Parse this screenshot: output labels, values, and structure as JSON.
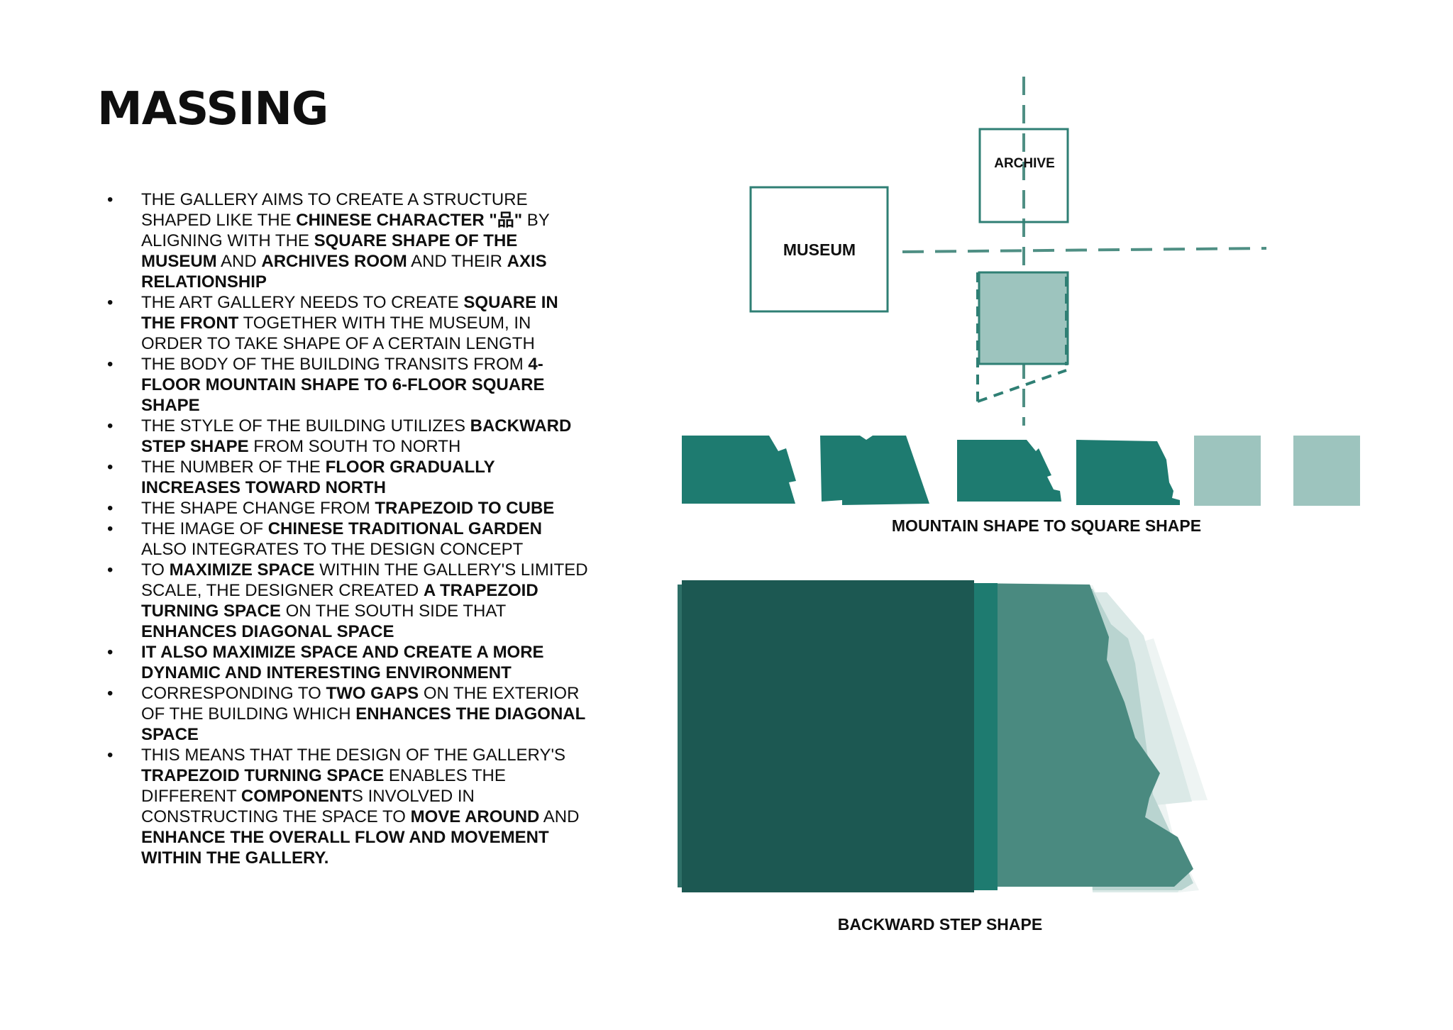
{
  "title": "MASSING",
  "bullets": [
    [
      {
        "t": "THE GALLERY AIMS TO CREATE A STRUCTURE SHAPED LIKE THE "
      },
      {
        "t": "CHINESE CHARACTER \"品\"",
        "b": true
      },
      {
        "t": " BY ALIGNING WITH THE "
      },
      {
        "t": "SQUARE SHAPE OF THE MUSEUM",
        "b": true
      },
      {
        "t": " AND "
      },
      {
        "t": "ARCHIVES ROOM",
        "b": true
      },
      {
        "t": " AND THEIR "
      },
      {
        "t": "AXIS RELATIONSHIP",
        "b": true
      }
    ],
    [
      {
        "t": "THE ART GALLERY NEEDS TO CREATE "
      },
      {
        "t": "SQUARE IN THE FRONT",
        "b": true
      },
      {
        "t": " TOGETHER WITH THE MUSEUM, IN ORDER TO TAKE SHAPE OF A CERTAIN LENGTH"
      }
    ],
    [
      {
        "t": "THE BODY OF THE BUILDING TRANSITS FROM "
      },
      {
        "t": "4-FLOOR MOUNTAIN SHAPE TO 6-FLOOR SQUARE SHAPE",
        "b": true
      }
    ],
    [
      {
        "t": " THE STYLE OF THE BUILDING UTILIZES "
      },
      {
        "t": "BACKWARD STEP SHAPE",
        "b": true
      },
      {
        "t": " FROM SOUTH TO NORTH"
      }
    ],
    [
      {
        "t": "THE NUMBER OF THE "
      },
      {
        "t": "FLOOR GRADUALLY INCREASES TOWARD NORTH",
        "b": true
      }
    ],
    [
      {
        "t": "THE SHAPE CHANGE FROM "
      },
      {
        "t": "TRAPEZOID TO CUBE",
        "b": true
      }
    ],
    [
      {
        "t": "THE IMAGE OF "
      },
      {
        "t": "CHINESE TRADITIONAL GARDEN",
        "b": true
      },
      {
        "t": " ALSO INTEGRATES TO THE DESIGN CONCEPT"
      }
    ],
    [
      {
        "t": "TO "
      },
      {
        "t": "MAXIMIZE SPACE",
        "b": true
      },
      {
        "t": " WITHIN THE GALLERY'S LIMITED SCALE, THE DESIGNER CREATED "
      },
      {
        "t": "A TRAPEZOID TURNING SPACE",
        "b": true
      },
      {
        "t": " ON THE SOUTH SIDE THAT "
      },
      {
        "t": "ENHANCES DIAGONAL SPACE",
        "b": true
      }
    ],
    [
      {
        "t": "IT ALSO MAXIMIZE SPACE AND CREATE A MORE DYNAMIC AND INTERESTING ENVIRONMENT",
        "b": true
      }
    ],
    [
      {
        "t": "CORRESPONDING TO "
      },
      {
        "t": "TWO GAPS",
        "b": true
      },
      {
        "t": " ON THE EXTERIOR OF THE BUILDING WHICH "
      },
      {
        "t": "ENHANCES THE DIAGONAL SPACE",
        "b": true
      }
    ],
    [
      {
        "t": "THIS MEANS THAT THE DESIGN OF THE GALLERY'S "
      },
      {
        "t": "TRAPEZOID TURNING SPACE",
        "b": true
      },
      {
        "t": " ENABLES THE DIFFERENT "
      },
      {
        "t": "COMPONENT",
        "b": true
      },
      {
        "t": "S INVOLVED IN CONSTRUCTING THE SPACE TO "
      },
      {
        "t": "MOVE AROUND",
        "b": true
      },
      {
        "t": " AND "
      },
      {
        "t": "ENHANCE THE OVERALL FLOW AND MOVEMENT WITHIN THE GALLERY.",
        "b": true
      }
    ]
  ],
  "diagram": {
    "museum_label": "MUSEUM",
    "archive_label": "ARCHIVE",
    "mountain_caption": "MOUNTAIN SHAPE TO SQUARE SHAPE",
    "backward_caption": "BACKWARD STEP SHAPE"
  },
  "colors": {
    "teal": "#1e7b70",
    "teal_line": "#2f7f74",
    "light_teal": "#9dc4be",
    "dark_teal": "#1c5852",
    "mid_teal": "#4a8a80",
    "pale": "#e6efee"
  }
}
